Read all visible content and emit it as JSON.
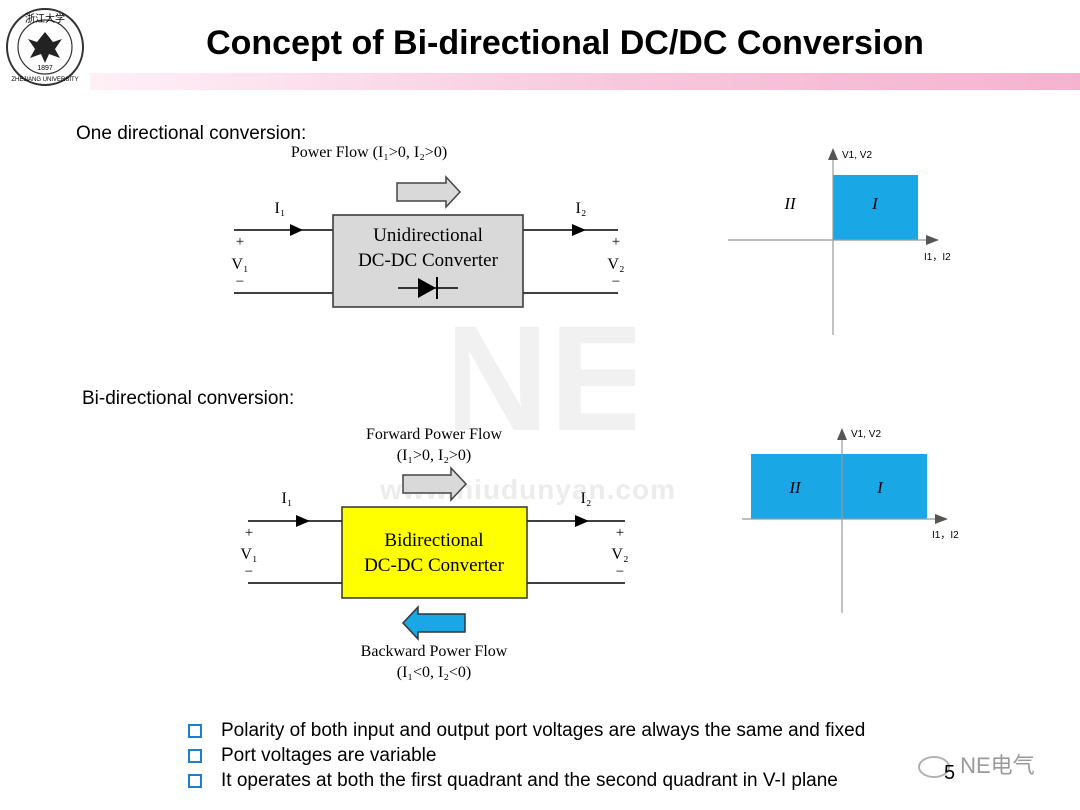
{
  "slide": {
    "title": "Concept of Bi-directional DC/DC Conversion",
    "page_number": "5",
    "logo": {
      "text_top": "浙江大学",
      "year": "1897",
      "text_bottom": "ZHEJIANG UNIVERSITY"
    },
    "watermark_url": "www.niudunyan.com",
    "watermark_logo": "NE",
    "wechat_brand": "NE电气"
  },
  "one_directional": {
    "section_label": "One directional conversion:",
    "power_flow_text": "Power Flow (I₁>0, I₂>0)",
    "converter_line1": "Unidirectional",
    "converter_line2": "DC-DC Converter",
    "i1": "I₁",
    "i2": "I₂",
    "v1": "V₁",
    "v2": "V₂",
    "plus": "+",
    "minus": "−",
    "plot": {
      "y_axis_label": "V1, V2",
      "x_axis_label": "I1，I2",
      "quadrant_1": "I",
      "quadrant_2": "II"
    }
  },
  "bi_directional": {
    "section_label": "Bi-directional conversion:",
    "forward_line1": "Forward Power Flow",
    "forward_line2": "(I₁>0, I₂>0)",
    "backward_line1": "Backward Power Flow",
    "backward_line2": "(I₁<0, I₂<0)",
    "converter_line1": "Bidirectional",
    "converter_line2": "DC-DC Converter",
    "i1": "I₁",
    "i2": "I₂",
    "v1": "V₁",
    "v2": "V₂",
    "plus": "+",
    "minus": "−",
    "plot": {
      "y_axis_label": "V1, V2",
      "x_axis_label": "I1，I2",
      "quadrant_1": "I",
      "quadrant_2": "II"
    }
  },
  "bullets": [
    "Polarity of both input and output port voltages are always the same and fixed",
    "Port voltages are variable",
    "It operates at both the first quadrant and the second quadrant in V-I plane"
  ],
  "colors": {
    "quadrant_fill": "#1aa7e6",
    "uni_box_fill": "#d9d9d9",
    "bi_box_fill": "#ffff00",
    "backward_arrow": "#1aa7e6",
    "bullet_blue": "#1e7fd0"
  }
}
